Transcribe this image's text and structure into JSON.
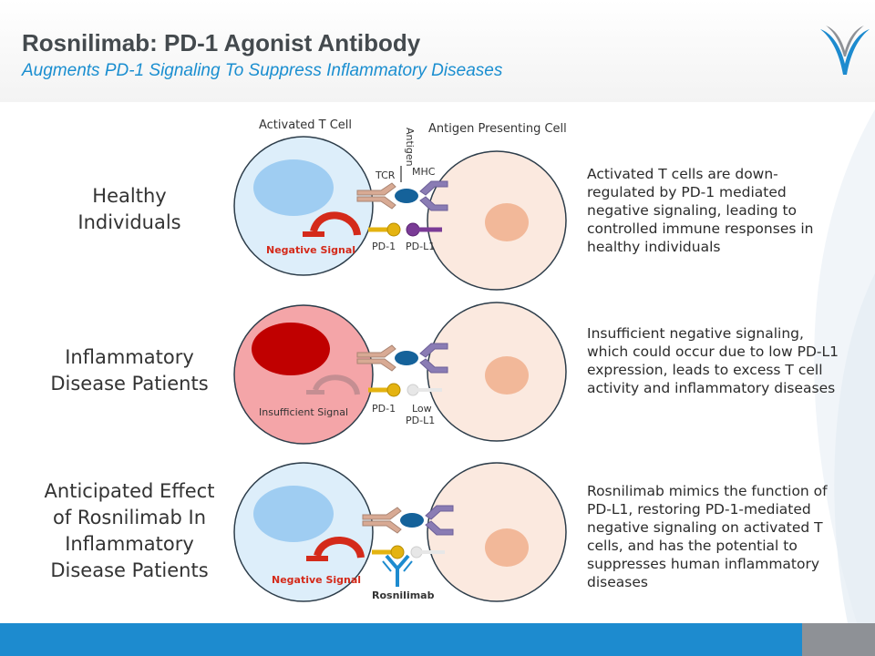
{
  "header": {
    "title": "Rosnilimab: PD-1 Agonist Antibody",
    "subtitle": "Augments PD-1 Signaling To Suppress Inflammatory Diseases"
  },
  "column_labels": {
    "t_cell": "Activated T Cell",
    "apc": "Antigen Presenting Cell"
  },
  "molecule_labels": {
    "antigen": "Antigen",
    "tcr": "TCR",
    "mhc": "MHC"
  },
  "rows": [
    {
      "label_lines": [
        "Healthy",
        "Individuals"
      ],
      "signal": "Negative Signal",
      "pd1": "PD-1",
      "ligand_lines": [
        "PD-L1"
      ],
      "desc_lines": [
        "Activated T cells are down-",
        "regulated by PD-1 mediated",
        "negative signaling, leading to",
        "controlled immune responses in",
        "healthy individuals"
      ]
    },
    {
      "label_lines": [
        "Inflammatory",
        "Disease Patients"
      ],
      "signal": "Insufficient Signal",
      "pd1": "PD-1",
      "ligand_lines": [
        "Low",
        "PD-L1"
      ],
      "desc_lines": [
        "Insufficient negative signaling,",
        "which could occur due to low PD-L1",
        "expression, leads to excess T cell",
        "activity and inflammatory diseases"
      ]
    },
    {
      "label_lines": [
        "Anticipated Effect",
        "of Rosnilimab In",
        "Inflammatory",
        "Disease Patients"
      ],
      "signal": "Negative Signal",
      "antibody": "Rosnilimab",
      "desc_lines": [
        "Rosnilimab mimics the function of",
        "PD-L1, restoring PD-1-mediated",
        "negative signaling on activated T",
        "cells, and has the potential to",
        "suppresses human inflammatory",
        "diseases"
      ]
    }
  ],
  "colors": {
    "title": "#444a4e",
    "subtitle": "#1a8ed0",
    "t_cell_fill": "#ddeefa",
    "t_cell_inflamed_fill": "#f4a5a8",
    "nucleus_blue": "#9fcdf2",
    "nucleus_red": "#c00000",
    "apc_fill": "#fbe9df",
    "apc_nucleus": "#f2b899",
    "signal_red": "#d42a1a",
    "pd1_gold": "#e4b311",
    "pdl1_purple": "#7a3b96",
    "mhc_purple": "#8a7cb4",
    "antigen_teal": "#15629a",
    "tcr_tan": "#d8aa94",
    "footer_blue": "#1d8bcf",
    "footer_gray": "#8e9196"
  }
}
